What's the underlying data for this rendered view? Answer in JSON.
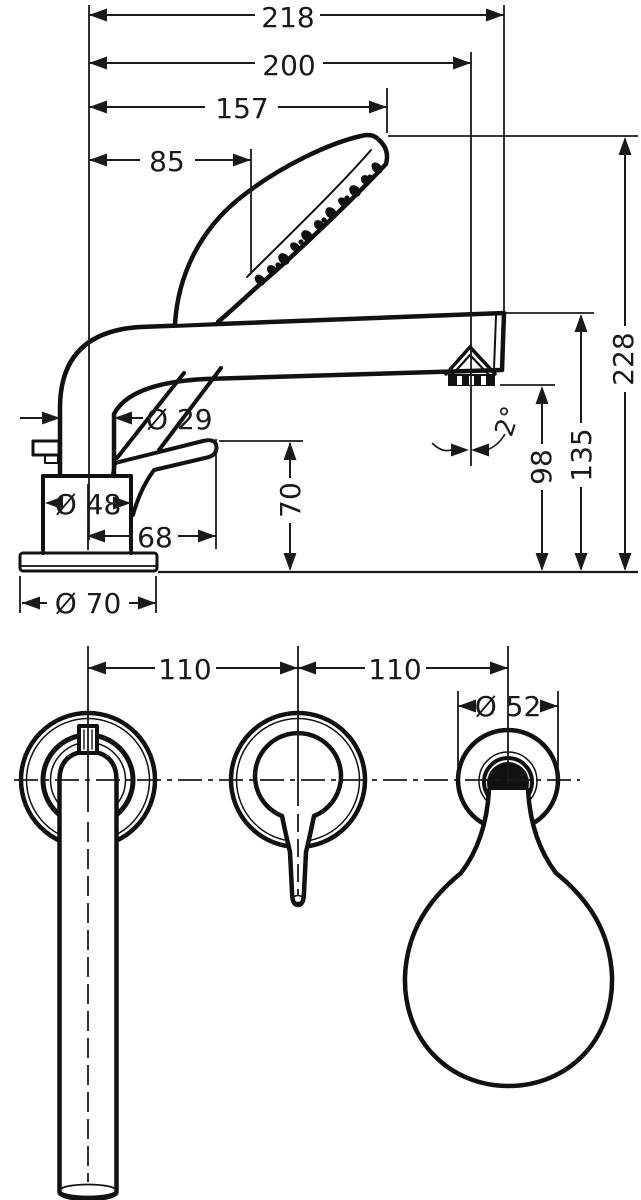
{
  "side_view": {
    "width_dims": {
      "overall": "218",
      "to_aerator": "200",
      "to_shower_head": "157",
      "to_shower_pivot": "85",
      "lever_reach": "68"
    },
    "diameter_dims": {
      "spout_pipe": "Ø 29",
      "body": "Ø 48",
      "base_plate": "Ø 70"
    },
    "height_dims": {
      "overall": "228",
      "spout_top": "135",
      "aerator_clearance": "98",
      "lever_height": "70"
    },
    "spout_angle": "2°"
  },
  "top_view": {
    "spacing_left": "110",
    "spacing_right": "110",
    "lever_rosette_diameter": "Ø 52"
  }
}
